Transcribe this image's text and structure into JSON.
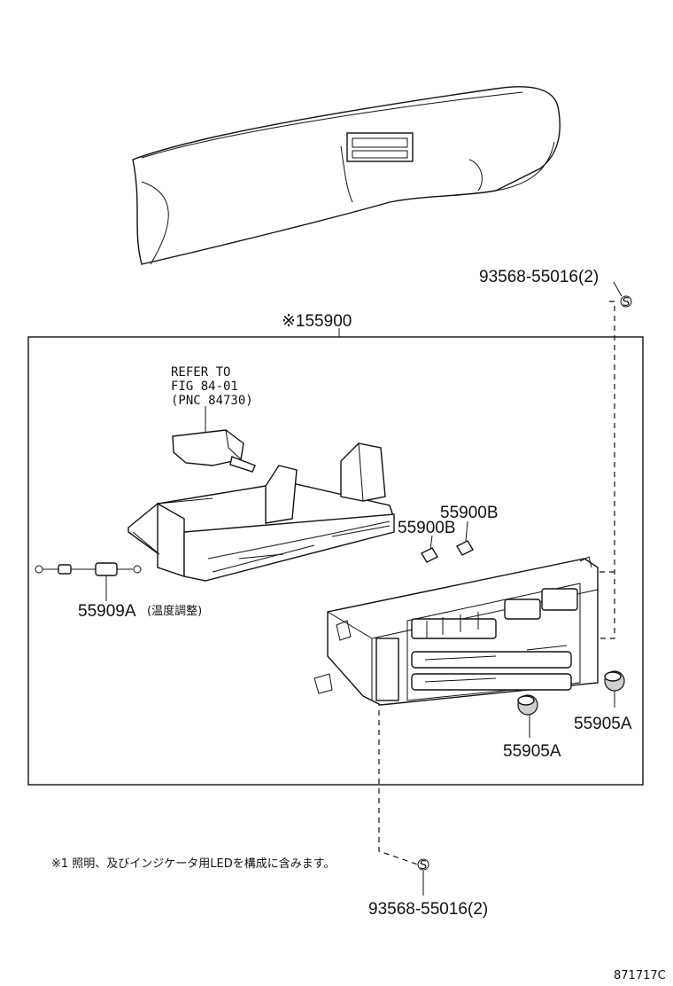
{
  "labels": {
    "clip_top": "93568-55016(2)",
    "assembly": "※155900",
    "refer_line1": "REFER TO",
    "refer_line2": "FIG 84-01",
    "refer_line3": "(PNC 84730)",
    "bulb_b_upper": "55900B",
    "bulb_b_lower": "55900B",
    "harness": "55909A",
    "harness_note": "(温度調整)",
    "knob_right": "55905A",
    "knob_left": "55905A",
    "clip_bottom": "93568-55016(2)",
    "clip_symbol_top": "S",
    "clip_symbol_bottom": "S",
    "footnote": "※1 照明、及びインジケータ用LEDを構成に含みます。",
    "figure_id": "871717C"
  }
}
